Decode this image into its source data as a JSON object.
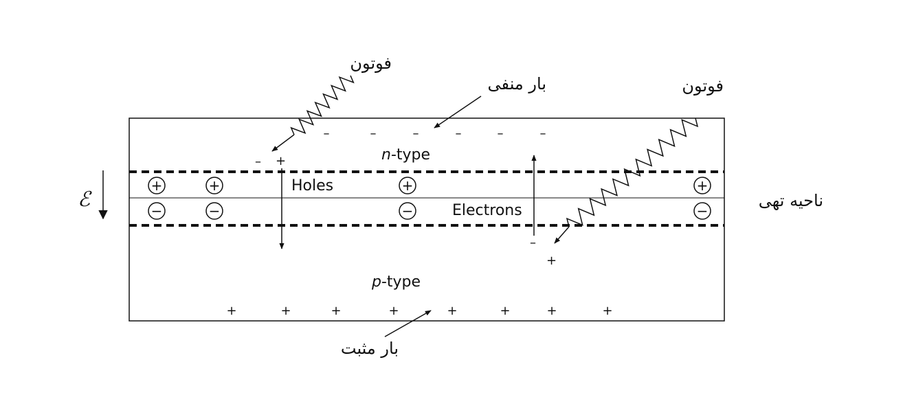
{
  "labels": {
    "photon_left": "فوتون",
    "photon_right": "فوتون",
    "negative_charge": "بار منفی",
    "positive_charge": "بار مثبت",
    "depletion_region": "ناحیه تهی",
    "n_type_italic": "n",
    "n_type_suffix": "-type",
    "p_type_italic": "p",
    "p_type_suffix": "-type",
    "holes": "Holes",
    "electrons": "Electrons",
    "field_symbol": "ℰ",
    "plus": "+",
    "minus": "–",
    "plus_circle": "+",
    "minus_circle": "−"
  },
  "colors": {
    "stroke": "#111111",
    "background": "#ffffff"
  }
}
